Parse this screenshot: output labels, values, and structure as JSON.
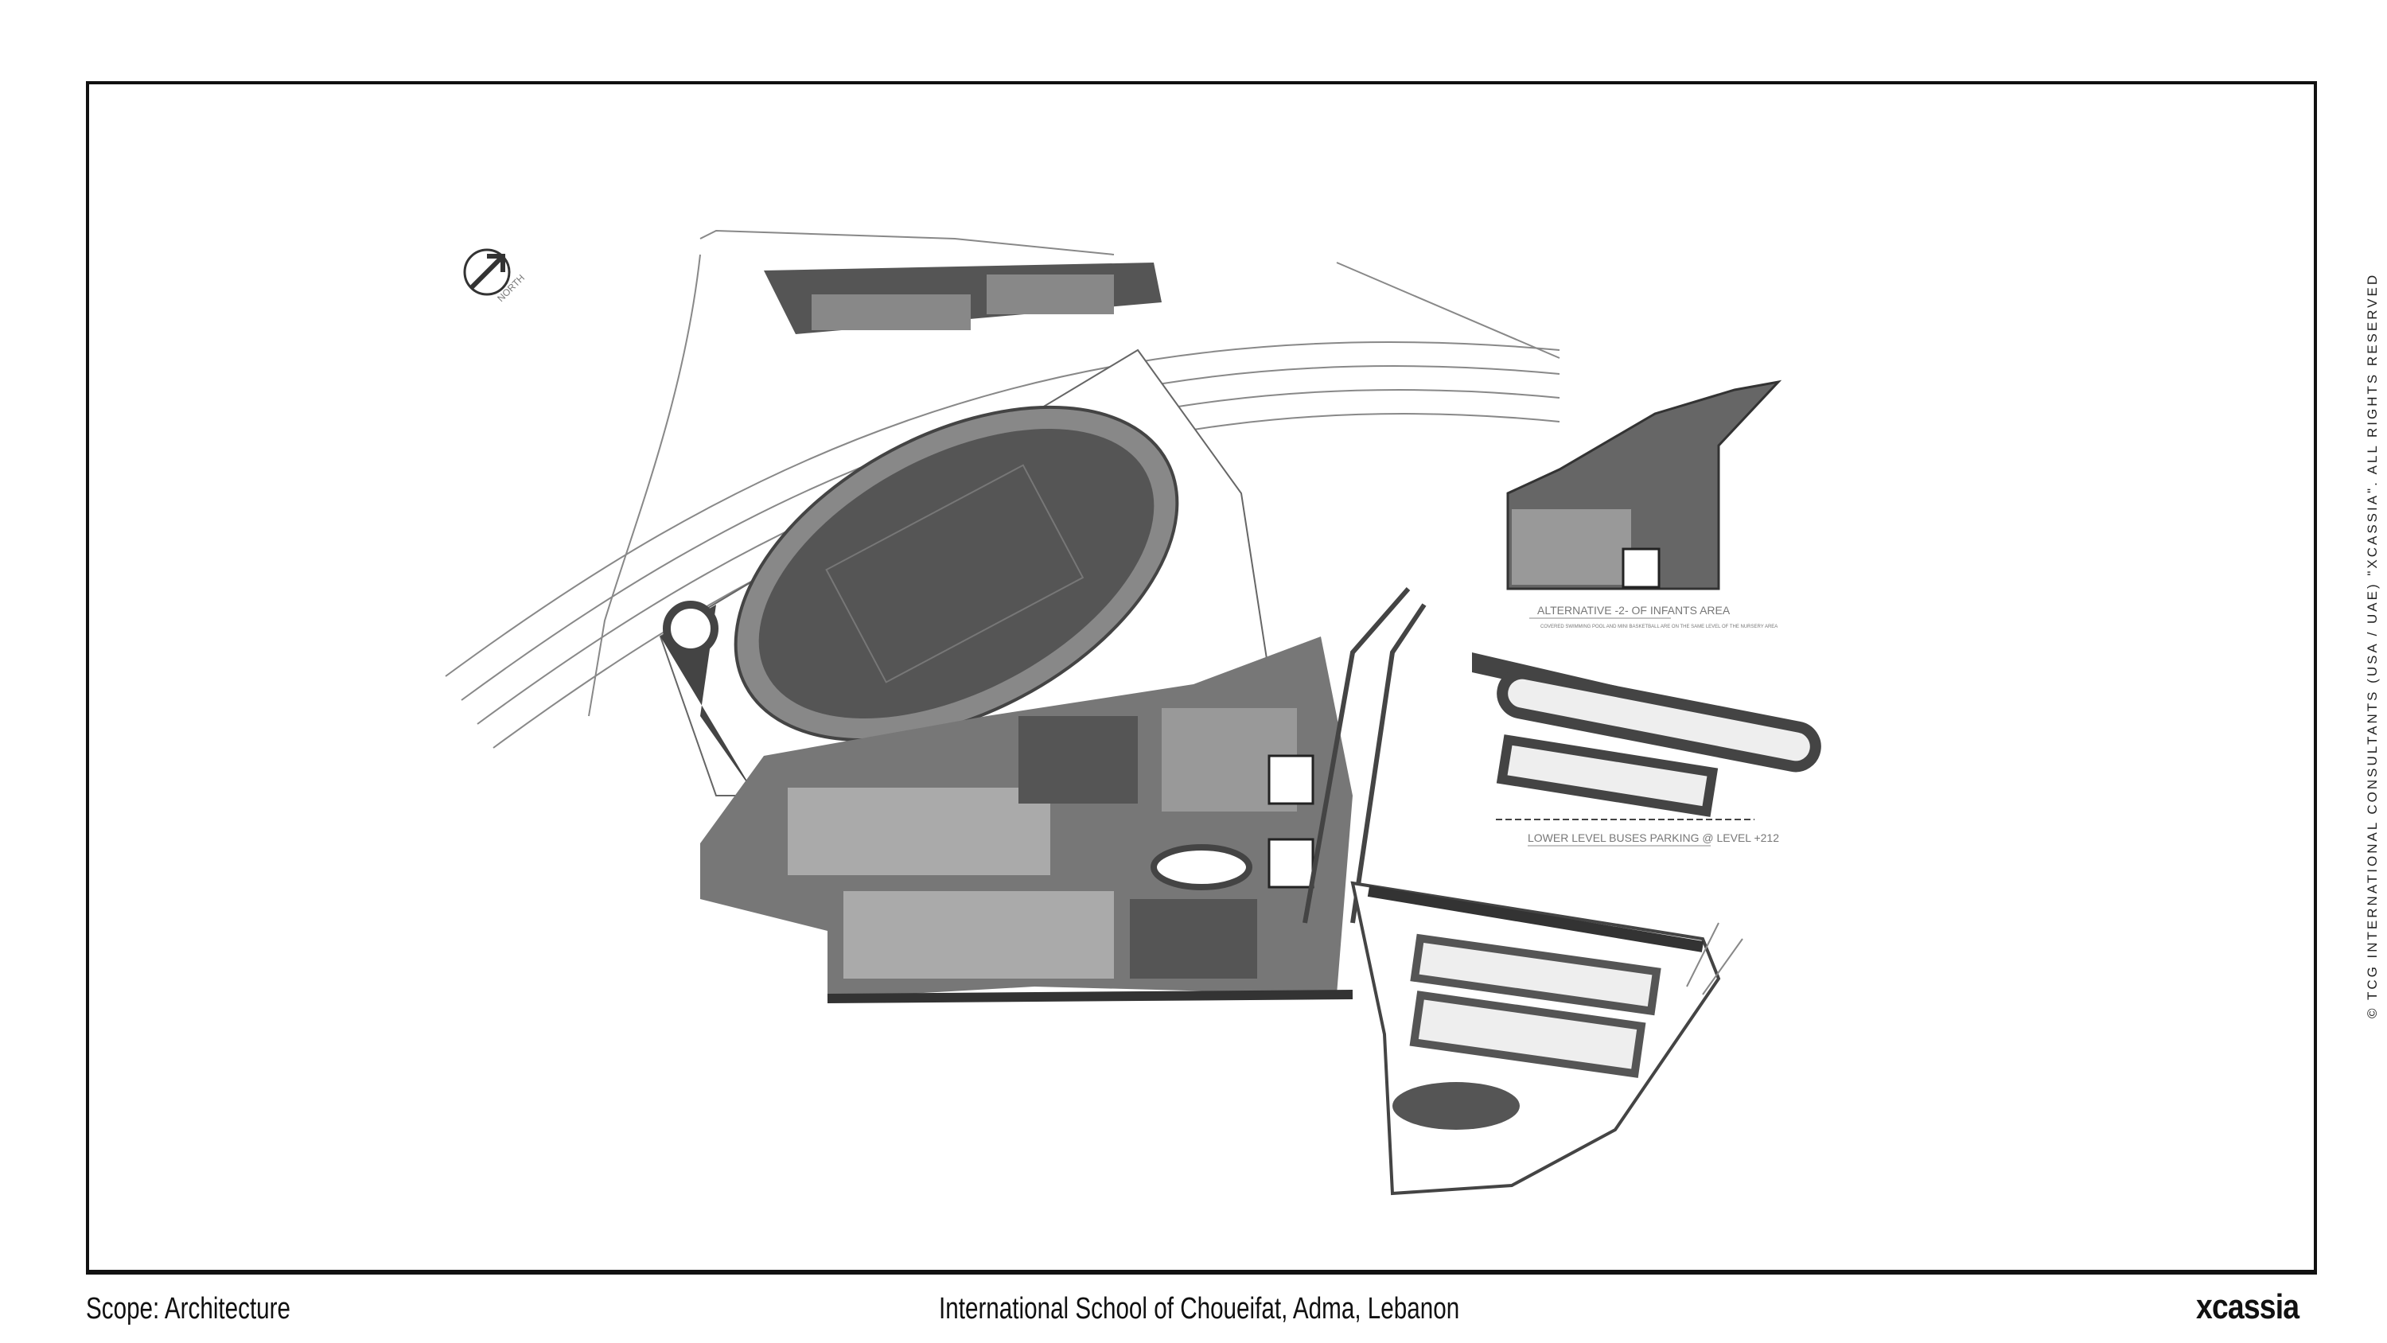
{
  "footer": {
    "scope": "Scope: Architecture",
    "project": "International School of Choueifat, Adma, Lebanon",
    "logo": "xcassia"
  },
  "copyright": "© TCG INTERNATIONAL CONSULTANTS (USA / UAE) \"XCASSIA\". ALL RIGHTS RESERVED",
  "drawing": {
    "north_label": "NORTH",
    "inset_infants_title": "ALTERNATIVE -2- OF INFANTS AREA",
    "inset_infants_note": "COVERED SWIMMING POOL AND MINI BASKETBALL ARE ON THE SAME LEVEL OF THE NURSERY AREA",
    "inset_buses_title": "LOWER LEVEL BUSES PARKING @ LEVEL +212"
  }
}
